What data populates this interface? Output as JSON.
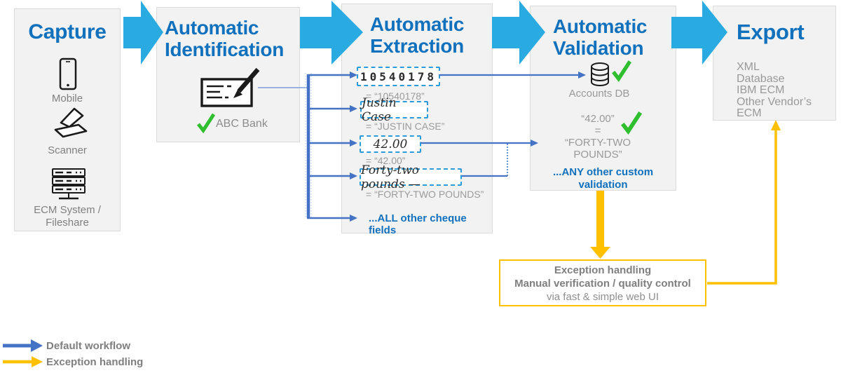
{
  "colors": {
    "flow_arrow_blue": "#29ABE2",
    "title_blue": "#1171BD",
    "workflow_line_blue": "#4472C4",
    "field_dashed_border_blue": "#2E9BD9",
    "check_green": "#2EBE2E",
    "exception_yellow": "#FFC000",
    "panel_bg": "#F2F2F2",
    "gray_text": "#999999"
  },
  "capture": {
    "title": "Capture",
    "items": [
      {
        "icon": "smartphone-icon",
        "label1": "Mobile",
        "label2": ""
      },
      {
        "icon": "scanner-icon",
        "label1": "Scanner",
        "label2": ""
      },
      {
        "icon": "server-icon",
        "label1": "ECM System /",
        "label2": "Fileshare"
      }
    ]
  },
  "identification": {
    "title1": "Automatic",
    "title2": "Identification",
    "check_label": "ABC Bank"
  },
  "extraction": {
    "title1": "Automatic",
    "title2": "Extraction",
    "fields": [
      {
        "raw": "10540178",
        "value": "= “10540178”"
      },
      {
        "raw": "Justin Case",
        "value": "= “JUSTIN CASE”"
      },
      {
        "raw": "42.00",
        "value": "= “42.00”"
      },
      {
        "raw": "Forty-two pounds —",
        "value": "= “FORTY-TWO POUNDS”"
      }
    ],
    "more": "...ALL other cheque fields"
  },
  "validation": {
    "title1": "Automatic",
    "title2": "Validation",
    "db_label": "Accounts DB",
    "amount1": "“42.00”",
    "amount2": "=",
    "amount3": "“FORTY-TWO POUNDS”",
    "more1": "...ANY other custom",
    "more2": "validation"
  },
  "export": {
    "title": "Export",
    "items": [
      "XML",
      "Database",
      "IBM ECM",
      "Other Vendor’s ECM"
    ]
  },
  "exception": {
    "line1": "Exception handling",
    "line2": "Manual verification / quality control",
    "line3": "via fast & simple web UI"
  },
  "legend": {
    "default_label": "Default workflow",
    "exception_label": "Exception handling"
  }
}
